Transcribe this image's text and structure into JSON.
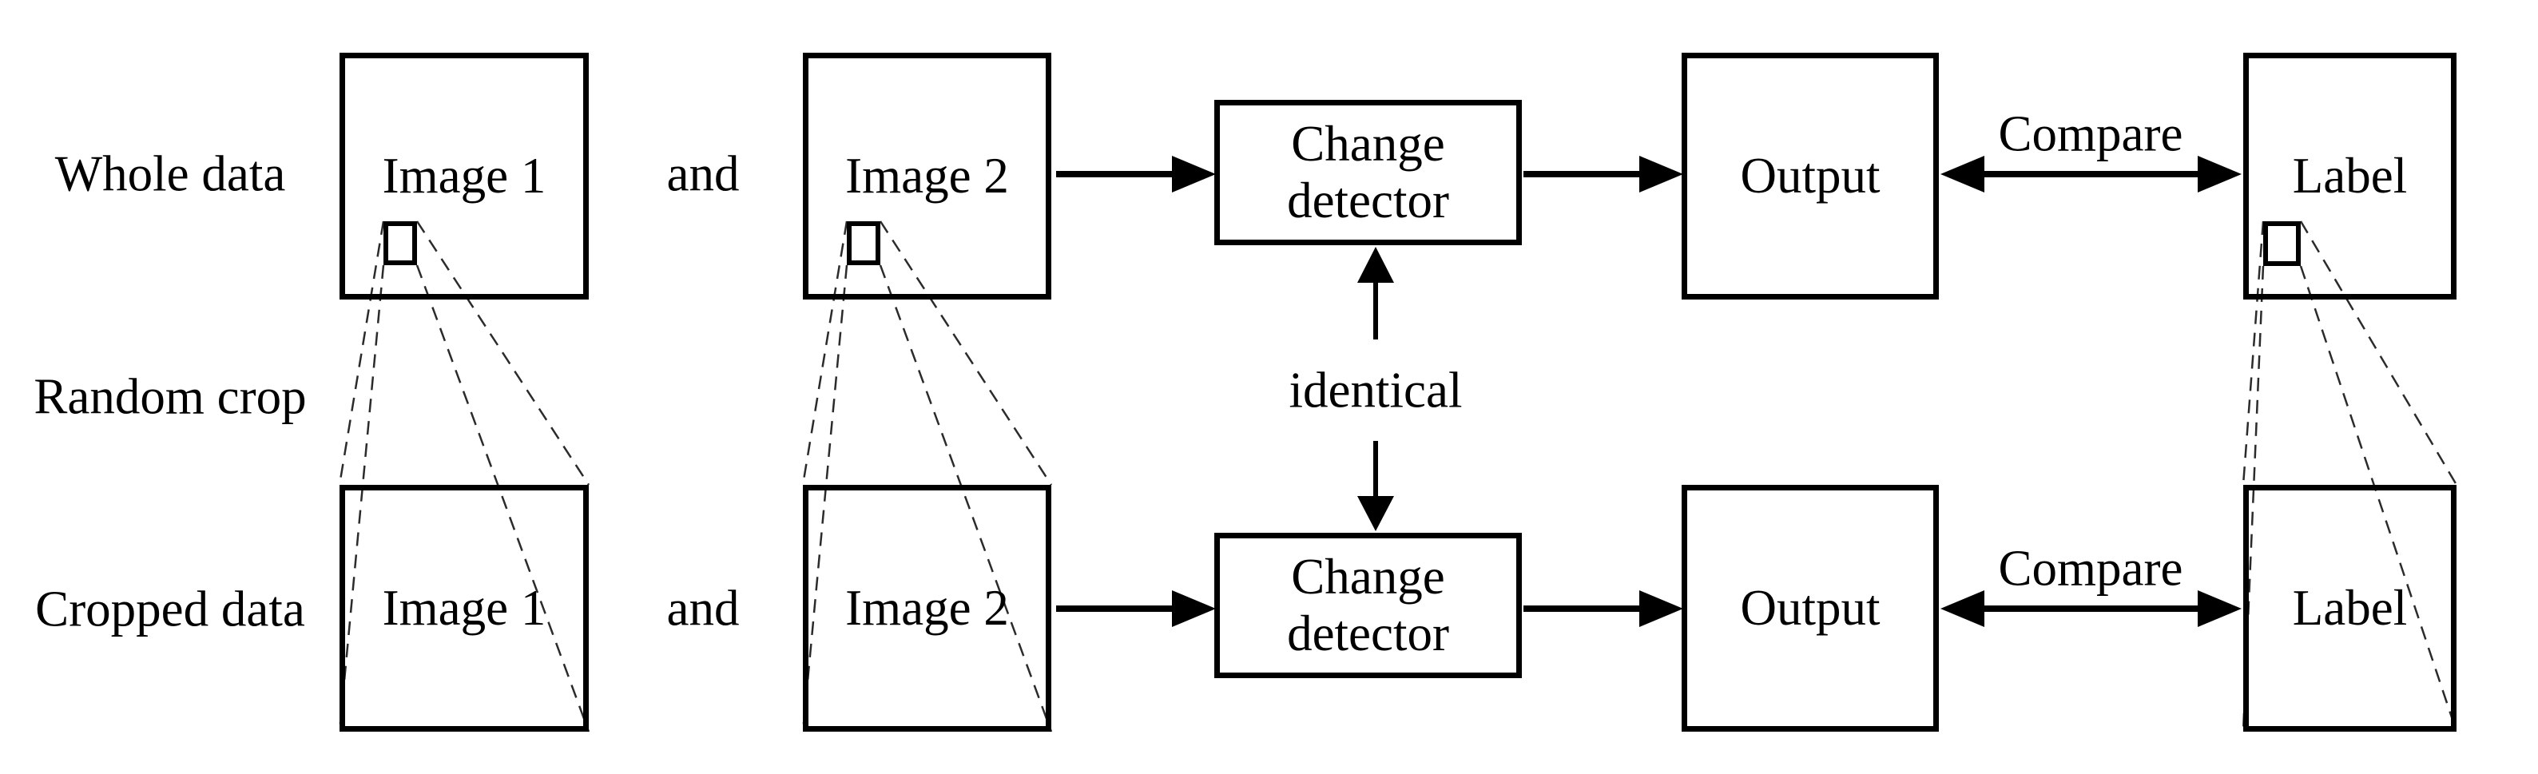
{
  "diagram": {
    "background": "#ffffff",
    "ink": "#000000",
    "rows": {
      "top": {
        "row_label": "Whole data",
        "image1_label": "Image 1",
        "conjunction": "and",
        "image2_label": "Image 2",
        "detector_line1": "Change",
        "detector_line2": "detector",
        "output_label": "Output",
        "compare_label": "Compare",
        "label_box_label": "Label"
      },
      "middle": {
        "row_label": "Random crop",
        "identical_label": "identical"
      },
      "bottom": {
        "row_label": "Cropped data",
        "image1_label": "Image 1",
        "conjunction": "and",
        "image2_label": "Image 2",
        "detector_line1": "Change",
        "detector_line2": "detector",
        "output_label": "Output",
        "compare_label": "Compare",
        "label_box_label": "Label"
      }
    }
  }
}
